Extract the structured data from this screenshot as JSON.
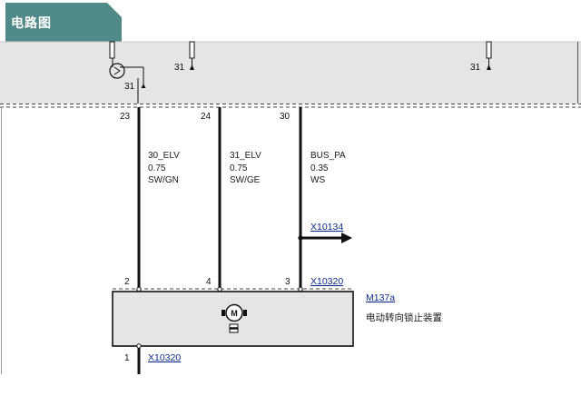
{
  "tab": {
    "label": "电路图"
  },
  "colors": {
    "tab": "#4f8a89",
    "panel": "#e5e5e5",
    "wire": "#111111",
    "link": "#0b2a8c",
    "dash": "#444444"
  },
  "grounds": {
    "left": "31",
    "middle": "31",
    "right": "31"
  },
  "pins_top": {
    "p1": "23",
    "p2": "24",
    "p3": "30"
  },
  "wires": [
    {
      "name": "30_ELV",
      "size": "0.75",
      "color": "SW/GN"
    },
    {
      "name": "31_ELV",
      "size": "0.75",
      "color": "SW/GE"
    },
    {
      "name": "BUS_PA",
      "size": "0.35",
      "color": "WS"
    }
  ],
  "connector_branch": "X10134",
  "connector_module": "X10320",
  "pins_module": {
    "p1": "2",
    "p2": "4",
    "p3": "3"
  },
  "module": {
    "id": "M137a",
    "name": "电动转向锁止装置",
    "motor_symbol": "M"
  },
  "pin_bottom": "1",
  "connector_bottom": "X10320"
}
